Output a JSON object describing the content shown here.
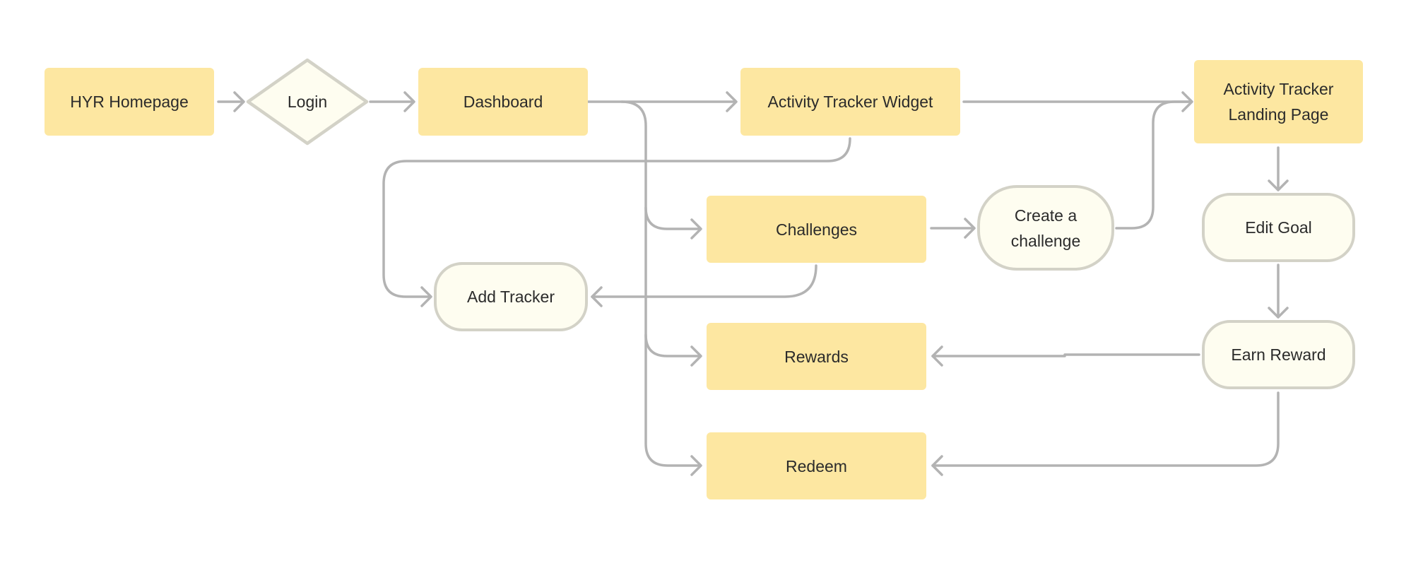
{
  "diagram": {
    "nodes": {
      "hyr_homepage": "HYR Homepage",
      "login": "Login",
      "dashboard": "Dashboard",
      "activity_tracker_widget": "Activity Tracker Widget",
      "activity_tracker_landing_page": "Activity Tracker\nLanding Page",
      "challenges": "Challenges",
      "create_a_challenge": "Create a\nchallenge",
      "edit_goal": "Edit Goal",
      "add_tracker": "Add Tracker",
      "rewards": "Rewards",
      "earn_reward": "Earn Reward",
      "redeem": "Redeem"
    },
    "colors": {
      "process_fill": "#fde7a1",
      "terminal_fill": "#fefdf0",
      "terminal_border": "#d3d2c7",
      "connector": "#b3b3b3",
      "text": "#2b2b2b"
    }
  }
}
